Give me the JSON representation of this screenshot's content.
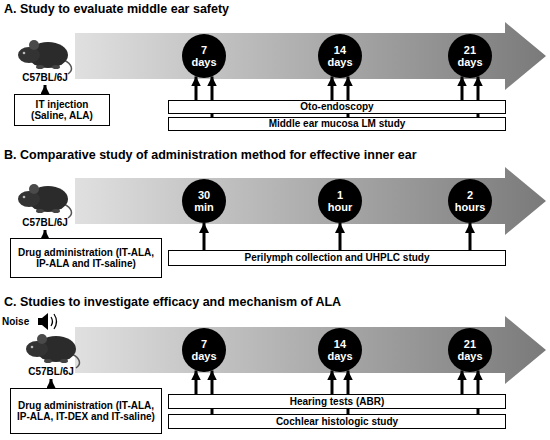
{
  "diagram": {
    "nodes": [
      {
        "text": [
          "7 days"
        ]
      },
      {
        "text": [
          "14 days"
        ]
      },
      {
        "text": [
          "21 days"
        ]
      },
      {
        "text": [
          "IT injection (Saline, ALA)"
        ]
      },
      {
        "text": [
          "Oto-endoscopy"
        ]
      },
      {
        "text": [
          "Middle ear mucosa LM study"
        ]
      },
      {
        "text": [
          "30 min"
        ]
      },
      {
        "text": [
          "1 hour"
        ]
      },
      {
        "text": [
          "2 hours"
        ]
      },
      {
        "text": [
          "Drug administration (IT-ALA, IP-ALA and IT-saline)"
        ]
      },
      {
        "text": [
          "Perilymph collection and UHPLC study"
        ]
      },
      {
        "text": [
          "7 days"
        ]
      },
      {
        "text": [
          "14 days"
        ]
      },
      {
        "text": [
          "21 days"
        ]
      },
      {
        "text": [
          "Drug administration (IT-ALA, IP-ALA, IT-DEX and IT-saline)"
        ]
      },
      {
        "text": [
          "Hearing tests (ABR)"
        ]
      },
      {
        "text": [
          "Cochlear histologic study"
        ]
      }
    ],
    "edges": [
      {
        "from": 4,
        "to": 0,
        "arrow": "to"
      },
      {
        "from": 5,
        "to": 0,
        "arrow": "to"
      },
      {
        "from": 4,
        "to": 1,
        "arrow": "to"
      },
      {
        "from": 5,
        "to": 1,
        "arrow": "to"
      },
      {
        "from": 4,
        "to": 2,
        "arrow": "to"
      },
      {
        "from": 5,
        "to": 2,
        "arrow": "to"
      },
      {
        "from": 10,
        "to": 6,
        "arrow": "to"
      },
      {
        "from": 10,
        "to": 7,
        "arrow": "to"
      },
      {
        "from": 10,
        "to": 8,
        "arrow": "to"
      },
      {
        "from": 15,
        "to": 11,
        "arrow": "to"
      },
      {
        "from": 16,
        "to": 11,
        "arrow": "to"
      },
      {
        "from": 15,
        "to": 12,
        "arrow": "to"
      },
      {
        "from": 16,
        "to": 12,
        "arrow": "to"
      },
      {
        "from": 15,
        "to": 13,
        "arrow": "to"
      },
      {
        "from": 16,
        "to": 13,
        "arrow": "to"
      }
    ],
    "labels": [
      "A. Study to evaluate middle ear safety",
      "C57BL/6J",
      "B. Comparative study of administration method for effective inner ear",
      "C57BL/6J",
      "C. Studies to investigate efficacy and mechanism of ALA",
      "Noise",
      "C57BL/6J"
    ]
  }
}
